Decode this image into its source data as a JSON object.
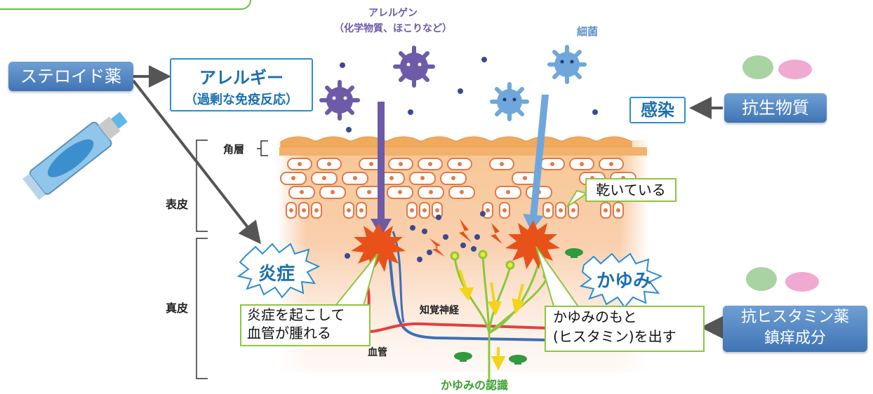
{
  "labels": {
    "allergen_title": "アレルゲン",
    "allergen_sub": "（化学物質、ほこりなど）",
    "bacteria": "細菌",
    "steroid": "ステロイド薬",
    "allergy_title": "アレルギー",
    "allergy_sub": "（過剰な免疫反応）",
    "infection": "感染",
    "antibiotic": "抗生物質",
    "stratum_corneum": "角層",
    "epidermis": "表皮",
    "dermis": "真皮",
    "dry": "乾いている",
    "inflammation": "炎症",
    "itch": "かゆみ",
    "inflammation_note_1": "炎症を起こして",
    "inflammation_note_2": "血管が腫れる",
    "nerve": "知覚神経",
    "vessel": "血管",
    "itch_source_1": "かゆみのもと",
    "itch_source_2": "(ヒスタミン)を出す",
    "antihistamine_1": "抗ヒスタミン薬",
    "antihistamine_2": "鎮痒成分",
    "itch_recognition": "かゆみの認識"
  },
  "colors": {
    "skin_top": "#f6c58c",
    "skin_bottom": "#fbe3cf",
    "allergen": "#6d5aa8",
    "bacteria": "#6fa7dc",
    "burst": "#e8511a",
    "nerve": "#8dc63f",
    "vessel_red": "#e24040",
    "vessel_blue": "#3e6fb6",
    "callout_blue": "#2d8ed0",
    "accent_green": "#3aa132"
  }
}
